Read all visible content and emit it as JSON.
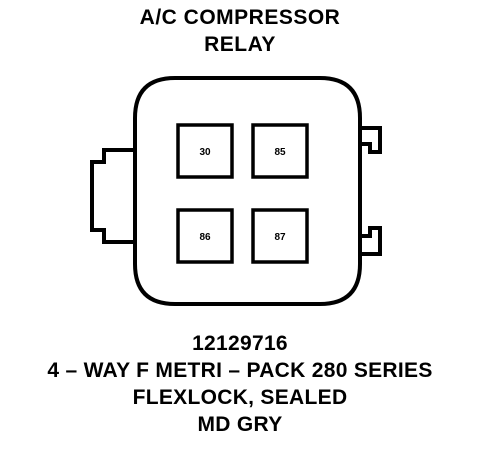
{
  "title": {
    "line1": "A/C COMPRESSOR",
    "line2": "RELAY"
  },
  "connector": {
    "pins": [
      {
        "label": "30"
      },
      {
        "label": "85"
      },
      {
        "label": "86"
      },
      {
        "label": "87"
      }
    ]
  },
  "caption": {
    "part_number": "12129716",
    "description": "4 – WAY F METRI – PACK 280 SERIES",
    "lock_type": "FLEXLOCK, SEALED",
    "color": "MD GRY"
  }
}
